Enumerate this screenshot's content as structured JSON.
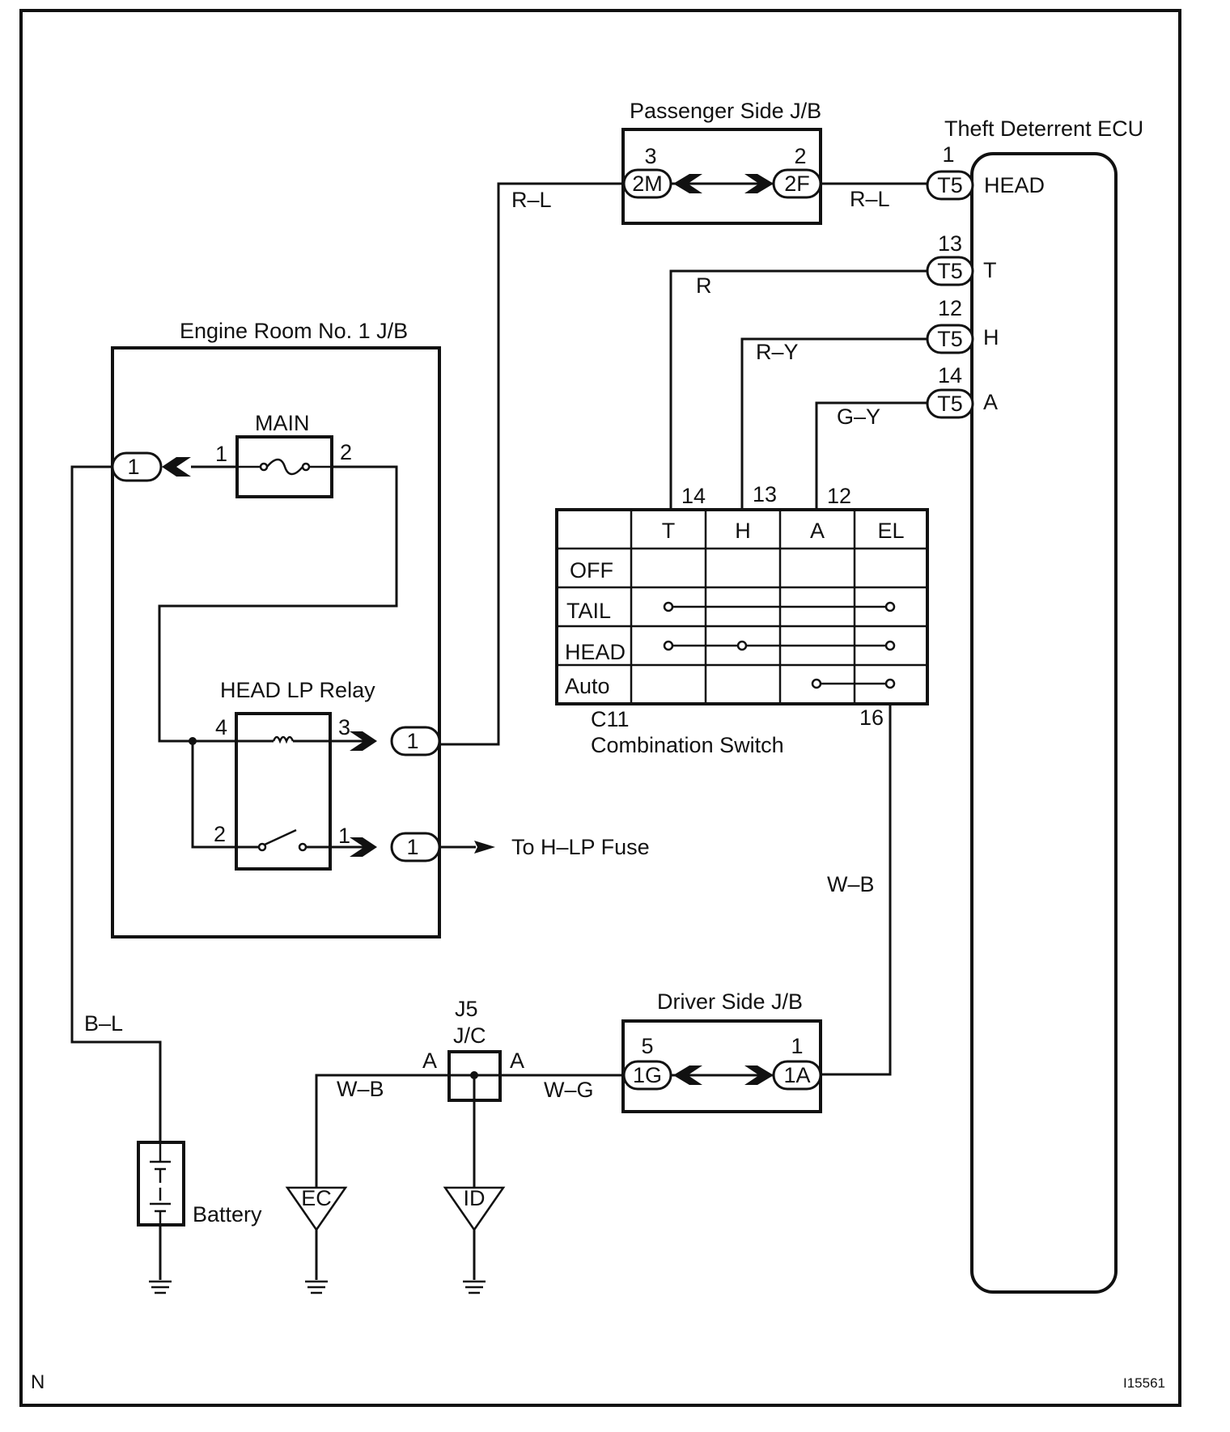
{
  "diagram": {
    "blocks": {
      "passenger_jb": "Passenger Side J/B",
      "ecu": "Theft Deterrent ECU",
      "engine_room_jb": "Engine Room No. 1 J/B",
      "main_fuse": "MAIN",
      "relay": "HEAD LP Relay",
      "combo_code": "C11",
      "combo_name": "Combination Switch",
      "driver_jb": "Driver Side J/B",
      "jc_code": "J5",
      "jc_name": "J/C",
      "battery": "Battery",
      "to_fuse": "To H–LP Fuse"
    },
    "connectors": {
      "pjb_left": "2M",
      "pjb_right": "2F",
      "ecu_t5_a": "T5",
      "ecu_t5_b": "T5",
      "ecu_t5_c": "T5",
      "ecu_t5_d": "T5",
      "erjb_main": "1",
      "erjb_relay3": "1",
      "erjb_relay1": "1",
      "djb_left": "1G",
      "djb_right": "1A"
    },
    "pins": {
      "pjb_left": "3",
      "pjb_right": "2",
      "ecu_head": "1",
      "ecu_t": "13",
      "ecu_h": "12",
      "ecu_a": "14",
      "main_1": "1",
      "main_2": "2",
      "relay_4": "4",
      "relay_3": "3",
      "relay_2": "2",
      "relay_1": "1",
      "sw_14": "14",
      "sw_13": "13",
      "sw_12": "12",
      "sw_16": "16",
      "djb_left": "5",
      "djb_right": "1",
      "jc_left": "A",
      "jc_right": "A"
    },
    "ecu_terminals": {
      "head": "HEAD",
      "t": "T",
      "h": "H",
      "a": "A"
    },
    "wires": {
      "rl_left": "R–L",
      "rl_right": "R–L",
      "r": "R",
      "ry": "R–Y",
      "gy": "G–Y",
      "wb_right": "W–B",
      "bl": "B–L",
      "wb_left": "W–B",
      "wg": "W–G"
    },
    "switch_table": {
      "columns": [
        "T",
        "H",
        "A",
        "EL"
      ],
      "rows": [
        "OFF",
        "TAIL",
        "HEAD",
        "Auto"
      ]
    },
    "grounds": {
      "ec": "EC",
      "id": "ID"
    },
    "corner_left": "N",
    "corner_right": "I15561"
  },
  "colors": {
    "ink": "#111111",
    "paper": "#ffffff"
  }
}
